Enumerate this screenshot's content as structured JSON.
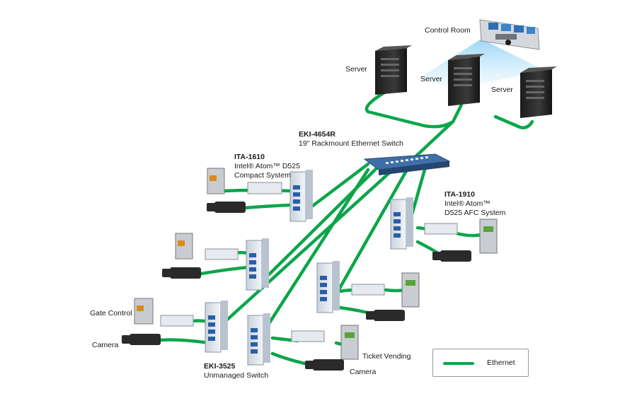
{
  "labels": {
    "control_room": "Control Room",
    "server_1": "Server",
    "server_2": "Server",
    "server_3": "Server",
    "eki4654r_model": "EKI-4654R",
    "eki4654r_desc": "19\" Rackmount Ethernet Switch",
    "ita1610_model": "ITA-1610",
    "ita1610_line1": "Intel® Atom™ D525",
    "ita1610_line2": "Compact System",
    "ita1910_model": "ITA-1910",
    "ita1910_line1": "Intel® Atom™",
    "ita1910_line2": "D525 AFC System",
    "gate_control": "Gate Control",
    "camera_left": "Camera",
    "eki3525_model": "EKI-3525",
    "eki3525_desc": "Unmanaged Switch",
    "ticket_vending": "Ticket Vending",
    "camera_bottom": "Camera"
  },
  "legend": {
    "label": "Ethernet",
    "color": "#0aa64a"
  },
  "colors": {
    "ethernet": "#0aa64a",
    "server": "#2b2b2b",
    "switch": "#e9edf2",
    "switch_ports": "#2a5fa8"
  }
}
